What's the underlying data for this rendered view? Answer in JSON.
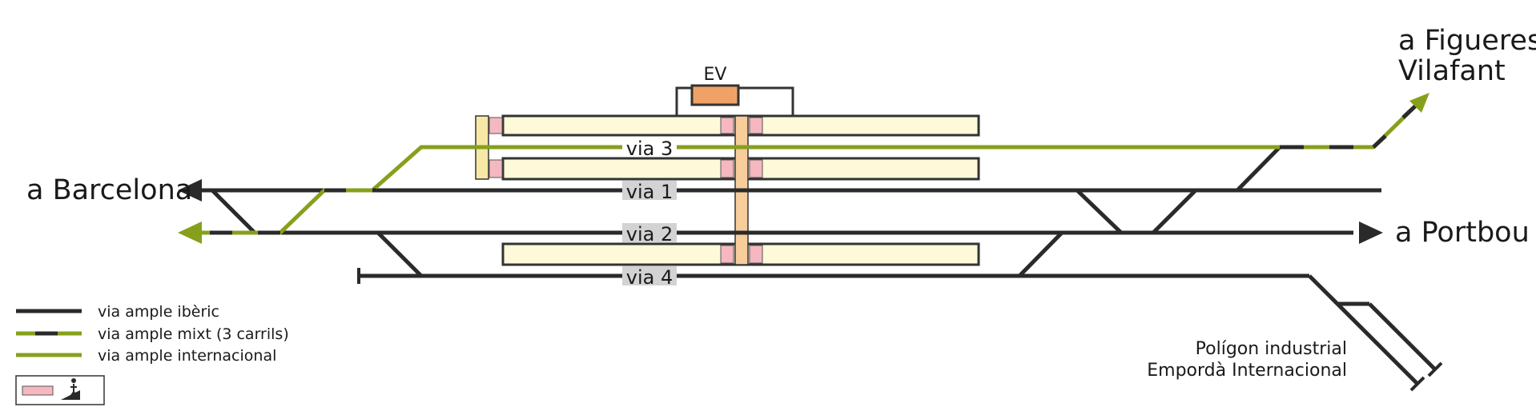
{
  "colors": {
    "iberian": "#2a2a2a",
    "international": "#86a01c",
    "platform_fill": "#fdf9d9",
    "platform_edge": "#333333",
    "building": "#f0a266",
    "access": "#f5b8c0",
    "passage": "#f7cd9b",
    "track_label_bg": "#d3d3d3"
  },
  "building": {
    "label": "EV"
  },
  "tracks": {
    "via3": "via 3",
    "via1": "via 1",
    "via2": "via 2",
    "via4": "via 4"
  },
  "destinations": {
    "barcelona": "a Barcelona",
    "figueres_line1": "a Figueres",
    "figueres_line2": "Vilafant",
    "portbou": "a Portbou",
    "poligon_line1": "Polígon industrial",
    "poligon_line2": "Empordà Internacional"
  },
  "legend": {
    "iberian": "via ample ibèric",
    "mixed": "via ample mixt (3 carrils)",
    "international": "via ample internacional",
    "access_icon": "pedestrian-ramp-icon"
  }
}
